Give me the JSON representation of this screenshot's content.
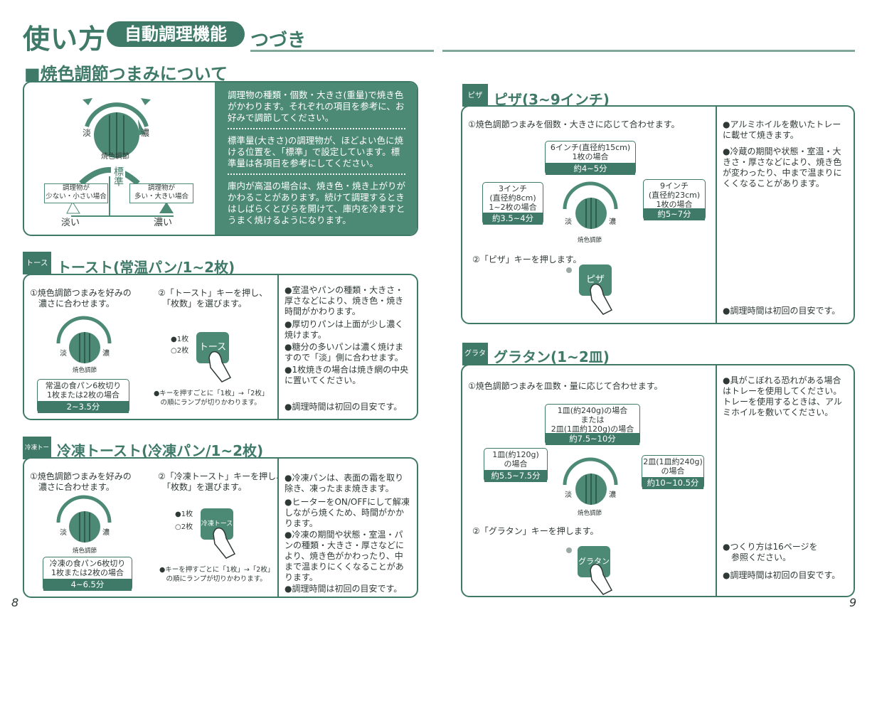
{
  "header": {
    "title": "使い方",
    "pill": "自動調理機能",
    "cont": "つづき"
  },
  "section": {
    "title": "■焼色調節つまみについて",
    "dial_light": "淡",
    "dial_dark": "濃",
    "dial_label": "焼色調節",
    "standard": "標準",
    "left_box": "調理物が\n少ない・小さい場合",
    "right_box": "調理物が\n多い・大きい場合",
    "left_result": "淡い",
    "right_result": "濃い",
    "panel_p1": "調理物の種類・個数・大きさ(重量)で焼き色がかわります。それぞれの項目を参考に、お好みで調節してください。",
    "panel_p2": "標準量(大きさ)の調理物が、ほどよい色に焼ける位置を、「標準」で設定しています。標準量は各項目を参考にしてください。",
    "panel_p3": "庫内が高温の場合は、焼き色・焼き上がりがかわることがあります。続けて調理するときはしばらくとびらを開けて、庫内を冷ますとうまく焼けるようになります。"
  },
  "toast": {
    "tag": "トースト",
    "title": "トースト(常温パン/1~2枚)",
    "step1": "①焼色調節つまみを好みの\n　濃さに合わせます。",
    "step2": "②「トースト」キーを押し、\n　「枚数」を選びます。",
    "light": "淡",
    "dark": "濃",
    "dial_label": "焼色調節",
    "callout": "常温の食パン6枚切り\n1枚または2枚の場合",
    "time": "2~3.5分",
    "lamp1": "●1枚",
    "lamp2": "○2枚",
    "key": "トースト",
    "note": "●キーを押すごとに「1枚」→「2枚」\n　の順にランプが切りかわります。",
    "bullets": [
      "●室温やパンの種類・大きさ・厚さなどにより、焼き色・焼き時間がかわります。",
      "●厚切りパンは上面が少し濃く焼けます。",
      "●糖分の多いパンは濃く焼けますので「淡」側に合わせます。",
      "●1枚焼きの場合は焼き網の中央に置いてください。"
    ],
    "footer": "●調理時間は初回の目安です。"
  },
  "frozen": {
    "tag": "冷凍トースト",
    "title": "冷凍トースト(冷凍パン/1~2枚)",
    "step1": "①焼色調節つまみを好みの\n　濃さに合わせます。",
    "step2": "②「冷凍トースト」キーを押し、\n　「枚数」を選びます。",
    "light": "淡",
    "dark": "濃",
    "dial_label": "焼色調節",
    "callout": "冷凍の食パン6枚切り\n1枚または2枚の場合",
    "time": "4~6.5分",
    "lamp1": "●1枚",
    "lamp2": "○2枚",
    "key": "冷凍トースト",
    "note": "●キーを押すごとに「1枚」→「2枚」\n　の順にランプが切りかわります。",
    "bullets": [
      "●冷凍パンは、表面の霜を取り除き、凍ったまま焼きます。",
      "●ヒーターをON/OFFにして解凍しながら焼くため、時間がかかります。",
      "●冷凍の期間や状態・室温・パンの種類・大きさ・厚さなどにより、焼き色がかわったり、中まで温まりにくくなることがあります。"
    ],
    "footer": "●調理時間は初回の目安です。"
  },
  "pizza": {
    "tag": "ピザ",
    "title": "ピザ(3~9インチ)",
    "step1": "①焼色調節つまみを個数・大きさに応じて合わせます。",
    "top_callout": "6インチ(直径約15cm)\n1枚の場合",
    "top_time": "約4~5分",
    "left_callout": "3インチ\n(直径約8cm)\n1~2枚の場合",
    "left_time": "約3.5~4分",
    "right_callout": "9インチ\n(直径約23cm)\n1枚の場合",
    "right_time": "約5~7分",
    "light": "淡",
    "dark": "濃",
    "dial_label": "焼色調節",
    "step2": "②「ピザ」キーを押します。",
    "key": "ピザ",
    "bullets": [
      "●アルミホイルを敷いたトレーに載せて焼きます。",
      "●冷蔵の期間や状態・室温・大きさ・厚さなどにより、焼き色が変わったり、中まで温まりにくくなることがあります。"
    ],
    "footer": "●調理時間は初回の目安です。"
  },
  "gratin": {
    "tag": "グラタン",
    "title": "グラタン(1~2皿)",
    "step1": "①焼色調節つまみを皿数・量に応じて合わせます。",
    "top_callout": "1皿(約240g)の場合\nまたは\n2皿(1皿約120g)の場合",
    "top_time": "約7.5~10分",
    "left_callout": "1皿(約120g)\nの場合",
    "left_time": "約5.5~7.5分",
    "right_callout": "2皿(1皿約240g)\nの場合",
    "right_time": "約10~10.5分",
    "light": "淡",
    "dark": "濃",
    "dial_label": "焼色調節",
    "step2": "②「グラタン」キーを押します。",
    "key": "グラタン",
    "bullets": [
      "●具がこぼれる恐れがある場合はトレーを使用してください。トレーを使用するときは、アルミホイルを敷いてください。"
    ],
    "note2": "●つくり方は16ページを\n　参照ください。",
    "footer": "●調理時間は初回の目安です。"
  },
  "pages": {
    "left": "8",
    "right": "9"
  }
}
